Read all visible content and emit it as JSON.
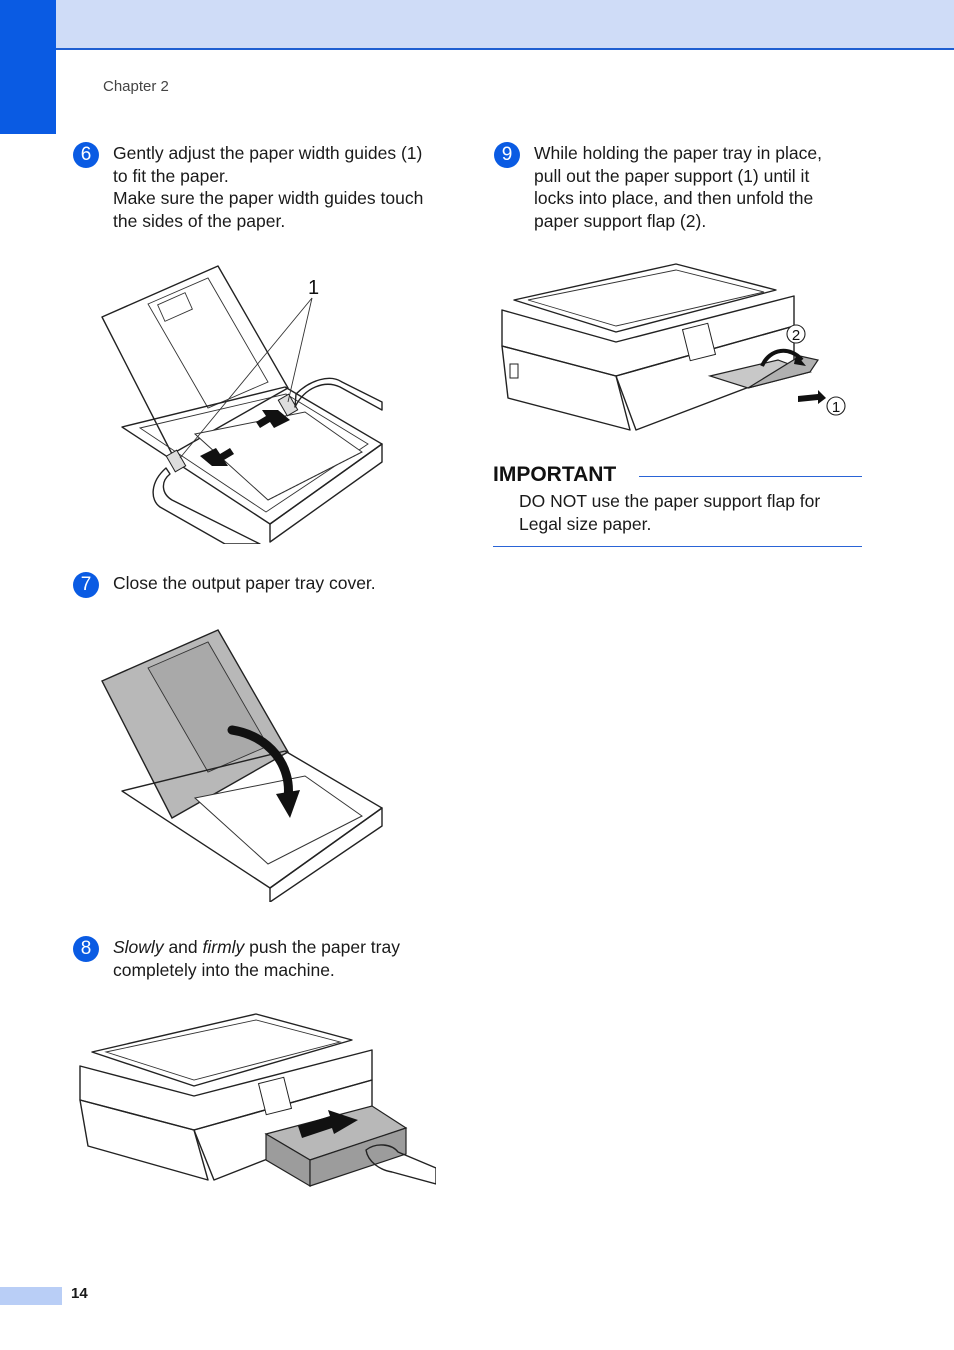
{
  "header": {
    "chapter": "Chapter 2"
  },
  "steps": [
    {
      "number": "6",
      "lines": [
        "Gently adjust the paper width guides (1)",
        "to fit the paper.",
        "Make sure the paper width guides touch",
        "the sides of the paper."
      ]
    },
    {
      "number": "7",
      "lines": [
        "Close the output paper tray cover."
      ]
    },
    {
      "number": "8",
      "em1": "Slowly",
      "mid": " and ",
      "em2": "firmly",
      "rest": " push the paper tray",
      "line2": "completely into the machine."
    },
    {
      "number": "9",
      "lines": [
        "While holding the paper tray in place,",
        "pull out the paper support (1) until it",
        "locks into place, and then unfold the",
        "paper support flap (2)."
      ]
    }
  ],
  "callouts": {
    "step6_label": "1",
    "step9_label1": "1",
    "step9_label2": "2"
  },
  "important": {
    "title": "IMPORTANT",
    "lines": [
      "DO NOT use the paper support flap for",
      "Legal size paper."
    ]
  },
  "footer": {
    "page_number": "14"
  },
  "colors": {
    "accent": "#0a5be3",
    "header_band": "#cfdcf7",
    "rule": "#2a64d6",
    "tray_gray": "#b8b8b8"
  }
}
